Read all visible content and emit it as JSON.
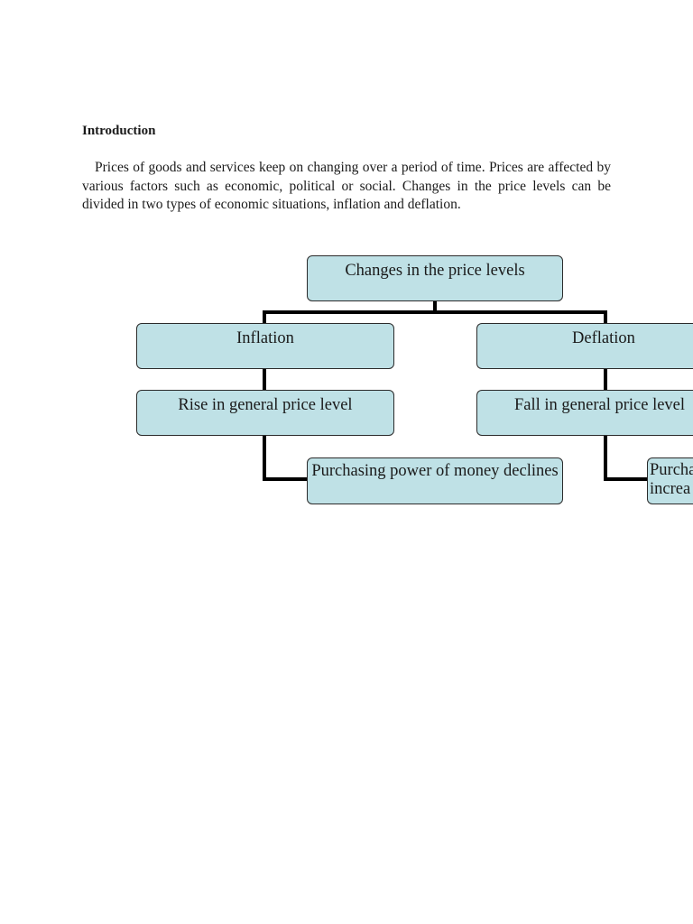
{
  "document": {
    "heading": "Introduction",
    "paragraph": "Prices of goods and services keep on changing over a period of time. Prices are affected by various factors such as economic, political or social. Changes in the price levels can be divided in two types of economic situations, inflation and deflation."
  },
  "diagram": {
    "root": "Changes in the price levels",
    "left_branch": {
      "type": "Inflation",
      "effect": "Rise in general price level",
      "result": "Purchasing power of money declines"
    },
    "right_branch": {
      "type": "Deflation",
      "effect": "Fall in general price level",
      "result_visible_line1": "Purcha",
      "result_visible_line2": "increa"
    },
    "colors": {
      "box_fill": "#bfe1e6",
      "box_border": "#2b2b2b",
      "connector": "#000000"
    }
  }
}
